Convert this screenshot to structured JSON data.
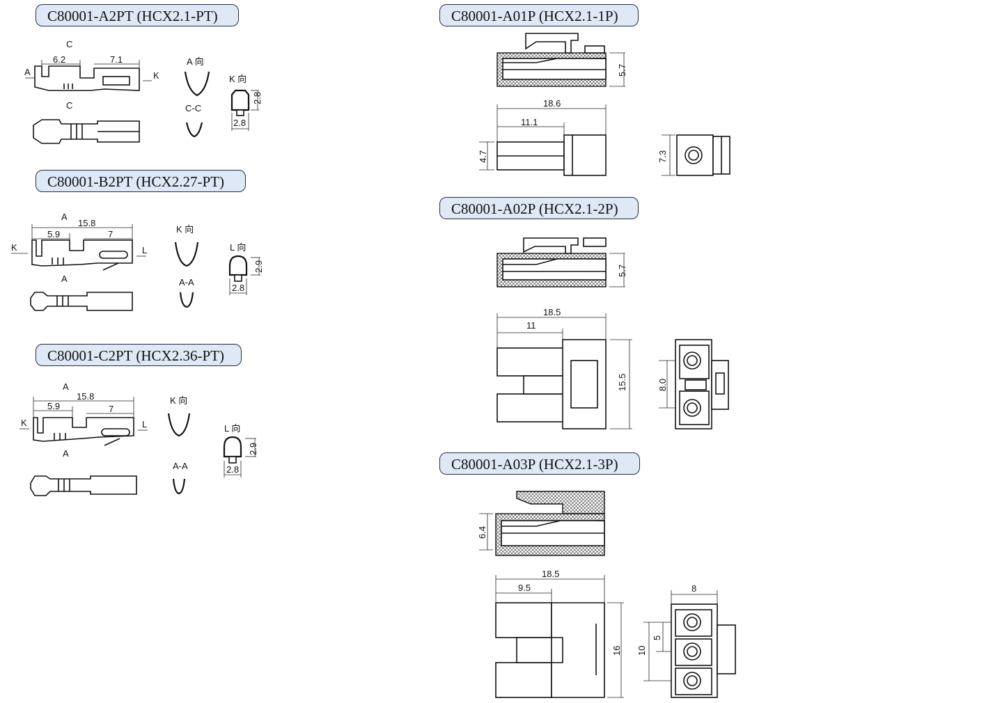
{
  "titles": {
    "t1": "C80001-A2PT (HCX2.1-PT)",
    "t2": "C80001-B2PT (HCX2.27-PT)",
    "t3": "C80001-C2PT (HCX2.36-PT)",
    "t4": "C80001-A01P (HCX2.1-1P)",
    "t5": "C80001-A02P (HCX2.1-2P)",
    "t6": "C80001-A03P (HCX2.1-3P)"
  },
  "labels": {
    "t1": {
      "d1": "6.2",
      "d2": "7.1",
      "c": "C",
      "a": "A",
      "k": "K",
      "adir": "A 向",
      "kdir": "K 向",
      "cc": "C-C",
      "h": "2.8",
      "w": "2.8"
    },
    "t2": {
      "d1": "15.8",
      "d2": "5.9",
      "d3": "7",
      "a": "A",
      "k": "K",
      "l": "L",
      "kdir": "K 向",
      "ldir": "L 向",
      "aa": "A-A",
      "h": "2.9",
      "w": "2.8"
    },
    "t3": {
      "d1": "15.8",
      "d2": "5.9",
      "d3": "7",
      "a": "A",
      "k": "K",
      "l": "L",
      "kdir": "K 向",
      "ldir": "L 向",
      "aa": "A-A",
      "h": "2.9",
      "w": "2.8"
    },
    "p1": {
      "h": "5.7",
      "len": "18.6",
      "len2": "11.1",
      "side": "4.7",
      "end": "7.3"
    },
    "p2": {
      "h": "5.7",
      "len": "18.5",
      "len2": "11",
      "side": "15.5",
      "end": "8.0"
    },
    "p3": {
      "h": "6.4",
      "len": "18.5",
      "len2": "9.5",
      "side": "16",
      "end_w": "8",
      "pitch": "5",
      "end_h": "10"
    }
  },
  "colors": {
    "pill_fill": "#dfe9f5",
    "pill_border": "#1f2f4a",
    "line": "#111111"
  }
}
